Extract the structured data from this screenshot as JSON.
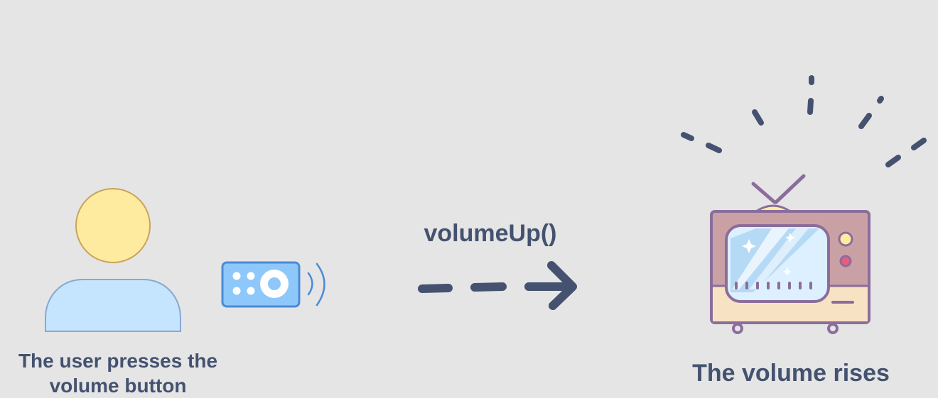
{
  "captions": {
    "user": "The user presses the volume button",
    "action": "volumeUp()",
    "result": "The volume rises"
  },
  "colors": {
    "background": "#e5e5e6",
    "text": "#44526f",
    "person_head": "#ffeba0",
    "person_body": "#c5e4fd",
    "remote": "#8ec7fa",
    "tv_body": "#c9a1a4",
    "tv_screen": "#dcf0ff",
    "tv_outline": "#8b6d9b"
  },
  "icons": {
    "user": "person-icon",
    "remote": "remote-control-icon",
    "signal": "signal-waves-icon",
    "arrow": "dashed-arrow-icon",
    "tv": "television-icon",
    "volume_rays": "volume-rays-icon"
  }
}
